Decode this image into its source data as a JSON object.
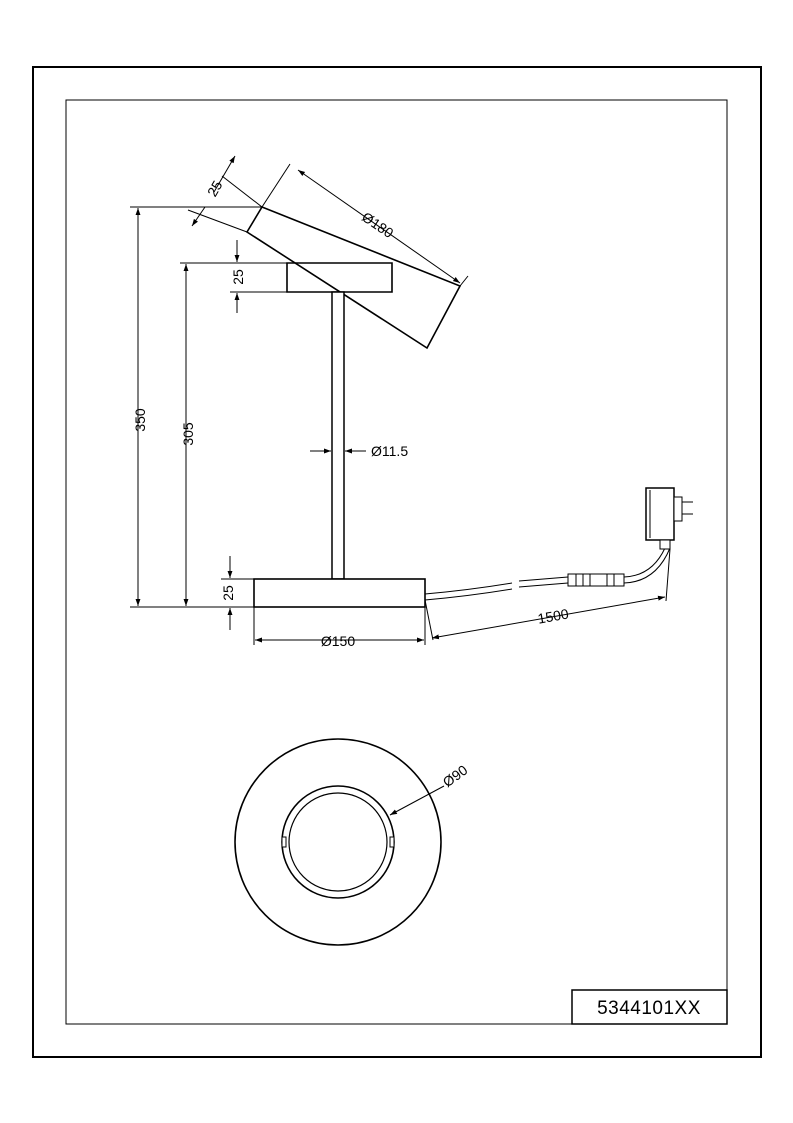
{
  "drawing": {
    "part_number": "5344101XX",
    "dimensions": {
      "head_thickness": "25",
      "head_diameter": "Ø180",
      "top_height": "350",
      "stem_height": "305",
      "mount_thickness": "25",
      "stem_diameter": "Ø11.5",
      "base_thickness": "25",
      "base_diameter": "Ø150",
      "cable_length": "1500",
      "light_ring_diameter": "Ø90"
    }
  }
}
